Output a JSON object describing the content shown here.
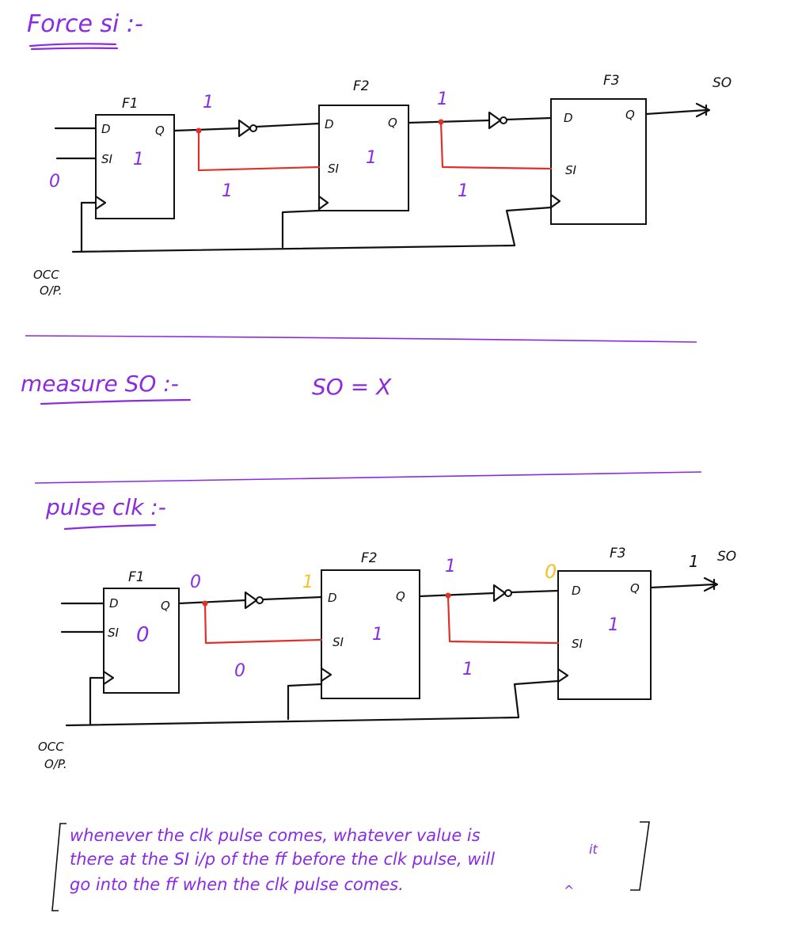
{
  "sections": {
    "force": {
      "heading": "Force si :-"
    },
    "measure": {
      "heading": "measure SO :-",
      "result": "SO = X"
    },
    "pulse": {
      "heading": "pulse clk :-"
    }
  },
  "circuit_top": {
    "ff_labels": [
      "F1",
      "F2",
      "F3"
    ],
    "pin_d": "D",
    "pin_q": "Q",
    "pin_si": "SI",
    "pin_si_f3": "SI",
    "so_label": "SO",
    "occ_label_1": "OCC",
    "occ_label_2": "O/P.",
    "si_input_value": "0",
    "f1_si_value": "1",
    "f1_q_value": "1",
    "f2_si_value": "1",
    "f2_si_wire_value": "1",
    "f2_q_value": "1",
    "f3_si_wire_value": "1"
  },
  "circuit_bottom": {
    "ff_labels": [
      "F1",
      "F2",
      "F3"
    ],
    "pin_d": "D",
    "pin_q": "Q",
    "pin_si": "SI",
    "pin_si_f3": "SI",
    "so_label": "SO",
    "occ_label_1": "OCC",
    "occ_label_2": "O/P.",
    "f1_si_value": "0",
    "f1_q_value": "0",
    "f2_d_value": "1",
    "f2_si_wire_value": "0",
    "f2_si_value": "1",
    "f2_q_value": "1",
    "f3_d_value": "0",
    "f3_si_wire_value": "1",
    "f3_value": "1",
    "so_value": "1"
  },
  "note": {
    "line1": "whenever the clk pulse comes, whatever value is",
    "line2": "there at the SI i/p of the ff before the clk pulse, will",
    "line3": "go into the ff when the clk pulse comes.",
    "insert": "it",
    "caret": "^"
  },
  "colors": {
    "ink_purple": "#8a2be2",
    "ink_black": "#111111",
    "ink_red": "#e0302a",
    "ink_yellow": "#f2c12e"
  }
}
